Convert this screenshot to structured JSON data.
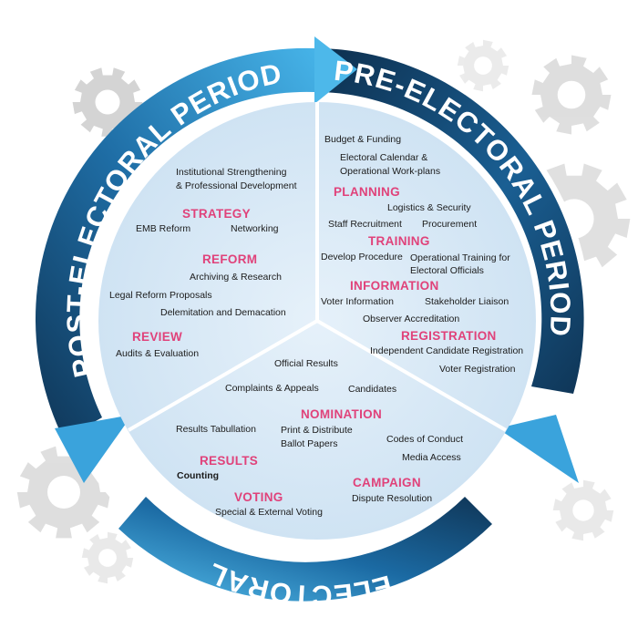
{
  "colors": {
    "heading": "#e0427a",
    "inner_fill": "#d9eaf7",
    "ring_dark": "#0f3556",
    "ring_light": "#3aa3dc",
    "gear": "#d4d4d4"
  },
  "icons": [
    "gear-icon",
    "arrow-head-icon"
  ],
  "periods": {
    "pre": "PRE-ELECTORAL PERIOD",
    "electoral": "ELECTORAL PERIOD",
    "post": "POST-ELECTORAL PERIOD"
  },
  "pre_electoral": {
    "budget": "Budget & Funding",
    "calendar_1": "Electoral Calendar &",
    "calendar_2": "Operational Work-plans",
    "planning": "PLANNING",
    "logistics": "Logistics & Security",
    "staff": "Staff Recruitment",
    "procurement": "Procurement",
    "training": "TRAINING",
    "develop": "Develop Procedure",
    "op_training_1": "Operational Training for",
    "op_training_2": "Electoral Officials",
    "information": "INFORMATION",
    "voter_info": "Voter Information",
    "stakeholder": "Stakeholder Liaison",
    "observer": "Observer Accreditation",
    "registration": "REGISTRATION",
    "indep_cand": "Independent Candidate Registration",
    "voter_reg": "Voter Registration"
  },
  "electoral": {
    "official_results": "Official Results",
    "complaints": "Complaints & Appeals",
    "candidates": "Candidates",
    "nomination": "NOMINATION",
    "tabulation": "Results Tabullation",
    "print_1": "Print & Distribute",
    "print_2": "Ballot Papers",
    "codes": "Codes of Conduct",
    "media": "Media Access",
    "results": "RESULTS",
    "counting": "Counting",
    "campaign": "CAMPAIGN",
    "dispute": "Dispute Resolution",
    "voting": "VOTING",
    "special": "Special & External Voting"
  },
  "post_electoral": {
    "inst_1": "Institutional Strengthening",
    "inst_2": "& Professional Development",
    "strategy": "STRATEGY",
    "emb": "EMB Reform",
    "networking": "Networking",
    "reform": "REFORM",
    "archiving": "Archiving & Research",
    "legal": "Legal Reform Proposals",
    "delimitation": "Delemitation and Demacation",
    "review": "REVIEW",
    "audits": "Audits & Evaluation"
  }
}
